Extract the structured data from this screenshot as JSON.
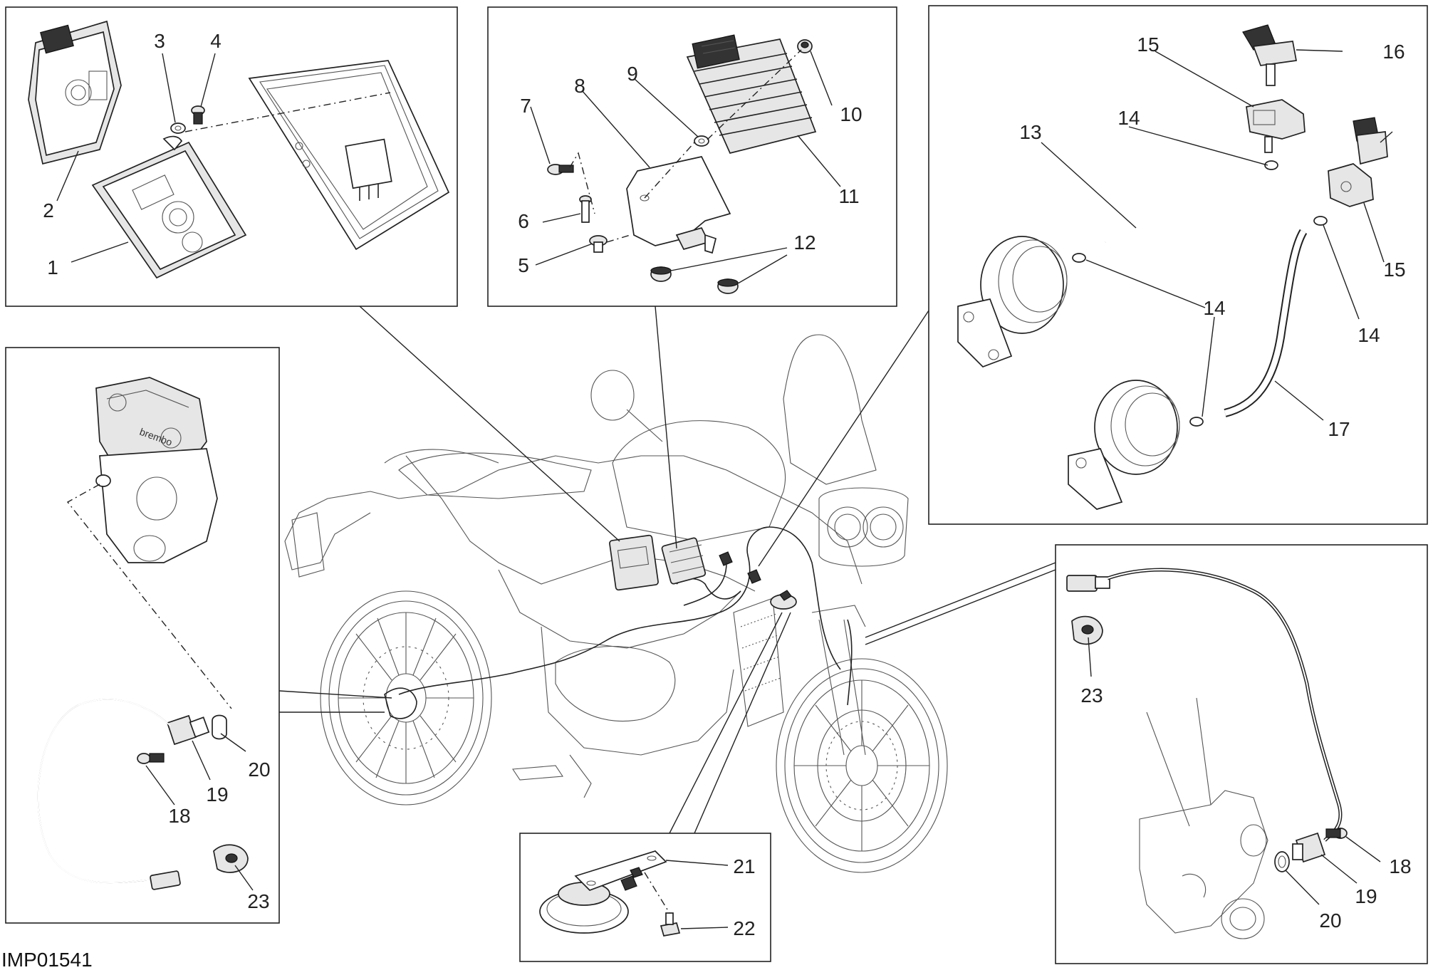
{
  "diagram_code": "IMP01541",
  "callouts": [
    {
      "id": "c1",
      "label": "1"
    },
    {
      "id": "c2",
      "label": "2"
    },
    {
      "id": "c3",
      "label": "3"
    },
    {
      "id": "c4",
      "label": "4"
    },
    {
      "id": "c5",
      "label": "5"
    },
    {
      "id": "c6",
      "label": "6"
    },
    {
      "id": "c7",
      "label": "7"
    },
    {
      "id": "c8",
      "label": "8"
    },
    {
      "id": "c9",
      "label": "9"
    },
    {
      "id": "c10",
      "label": "10"
    },
    {
      "id": "c11",
      "label": "11"
    },
    {
      "id": "c12",
      "label": "12"
    },
    {
      "id": "c13",
      "label": "13"
    },
    {
      "id": "c14a",
      "label": "14"
    },
    {
      "id": "c14b",
      "label": "14"
    },
    {
      "id": "c14c",
      "label": "14"
    },
    {
      "id": "c14d",
      "label": "14"
    },
    {
      "id": "c15a",
      "label": "15"
    },
    {
      "id": "c15b",
      "label": "15"
    },
    {
      "id": "c16",
      "label": "16"
    },
    {
      "id": "c17",
      "label": "17"
    },
    {
      "id": "c18a",
      "label": "18"
    },
    {
      "id": "c18b",
      "label": "18"
    },
    {
      "id": "c19a",
      "label": "19"
    },
    {
      "id": "c19b",
      "label": "19"
    },
    {
      "id": "c20a",
      "label": "20"
    },
    {
      "id": "c20b",
      "label": "20"
    },
    {
      "id": "c21",
      "label": "21"
    },
    {
      "id": "c22",
      "label": "22"
    },
    {
      "id": "c23a",
      "label": "23"
    },
    {
      "id": "c23b",
      "label": "23"
    }
  ],
  "brand_marks": {
    "caliper_logo": "brembo"
  }
}
